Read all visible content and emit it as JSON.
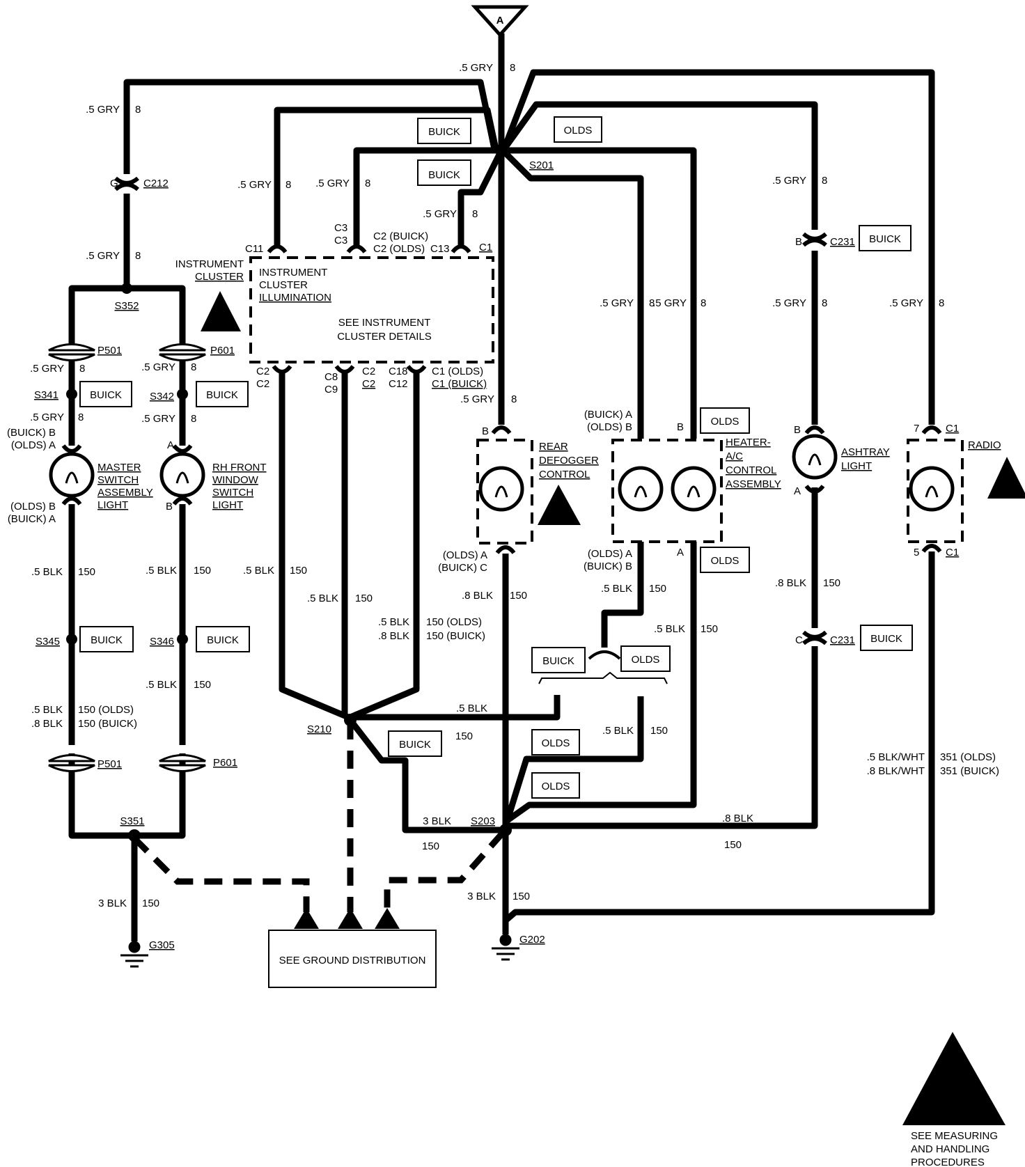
{
  "feed": {
    "label": "A"
  },
  "splices": {
    "s201": "S201",
    "s352": "S352",
    "s341": "S341",
    "s342": "S342",
    "s345": "S345",
    "s346": "S346",
    "s351": "S351",
    "s210": "S210",
    "s203": "S203"
  },
  "grounds": {
    "g305": "G305",
    "g202": "G202"
  },
  "connectors": {
    "c212": "C212",
    "c212_pin": "G",
    "c231": "C231",
    "c231_pin_b": "B",
    "c231_pin_c": "C",
    "p501": "P501",
    "p601": "P601",
    "c11": "C11",
    "c3a": "C3",
    "c3b": "C3",
    "c2_buick": "C2 (BUICK)",
    "c2_olds": "C2 (OLDS)",
    "c13": "C13",
    "c1_top": "C1",
    "c2a": "C2",
    "c2b": "C2",
    "c8": "C8",
    "c9": "C9",
    "c2c": "C2",
    "c2d": "C2",
    "c18": "C18",
    "c12": "C12",
    "c1_olds": "C1 (OLDS)",
    "c1_buick": "C1 (BUICK)",
    "radio_c1_top": "C1",
    "radio_c1_bot": "C1",
    "radio_pin7": "7",
    "radio_pin5": "5"
  },
  "wires": {
    "gry": ".5 GRY",
    "gry_circuit": "8",
    "blk": ".5 BLK",
    "blk8": ".8 BLK",
    "blk3": "3 BLK",
    "blk_circuit": "150",
    "blk_circuit_olds": "150 (OLDS)",
    "blk_circuit_buick": "150 (BUICK)",
    "blkwht5": ".5 BLK/WHT",
    "blkwht8": ".8 BLK/WHT",
    "c351_olds": "351 (OLDS)",
    "c351_buick": "351 (BUICK)"
  },
  "options": {
    "buick": "BUICK",
    "olds": "OLDS"
  },
  "components": {
    "instrument_cluster": [
      "INSTRUMENT",
      "CLUSTER"
    ],
    "cluster_illum": [
      "INSTRUMENT",
      "CLUSTER",
      "ILLUMINATION"
    ],
    "cluster_details": [
      "SEE INSTRUMENT",
      "CLUSTER DETAILS"
    ],
    "master_switch": [
      "MASTER",
      "SWITCH",
      "ASSEMBLY",
      "LIGHT"
    ],
    "rh_window": [
      "RH FRONT",
      "WINDOW",
      "SWITCH",
      "LIGHT"
    ],
    "rear_defogger": [
      "REAR",
      "DEFOGGER",
      "CONTROL"
    ],
    "heater_ac": [
      "HEATER-",
      "A/C",
      "CONTROL",
      "ASSEMBLY"
    ],
    "ashtray": [
      "ASHTRAY",
      "LIGHT"
    ],
    "radio": "RADIO"
  },
  "pins": {
    "master_top_buick": "(BUICK) B",
    "master_top_olds": "(OLDS) A",
    "master_bot_olds": "(OLDS) B",
    "master_bot_buick": "(BUICK) A",
    "rh_top": "A",
    "rh_bot": "B",
    "rear_top": "B",
    "rear_bot_olds": "(OLDS) A",
    "rear_bot_buick": "(BUICK) C",
    "heater_top_buick": "(BUICK) A",
    "heater_top_olds": "(OLDS) B",
    "heater_top_b": "B",
    "heater_bot_olds": "(OLDS) A",
    "heater_bot_buick": "(BUICK) B",
    "heater_bot_a": "A",
    "ashtray_top": "B",
    "ashtray_bot": "A"
  },
  "ground_box": "SEE GROUND DISTRIBUTION",
  "esd_note": [
    "SEE MEASURING",
    "AND HANDLING",
    "PROCEDURES"
  ]
}
